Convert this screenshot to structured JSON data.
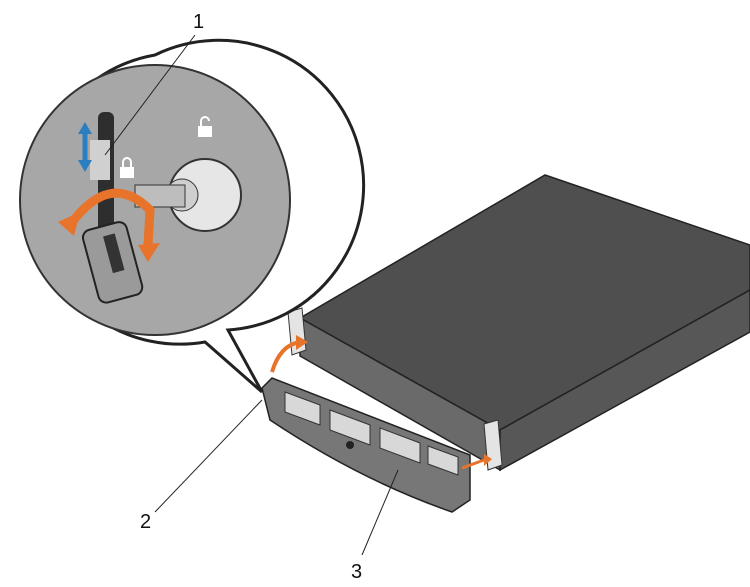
{
  "diagram": {
    "callouts": [
      {
        "number": "1"
      },
      {
        "number": "2"
      },
      {
        "number": "3"
      }
    ],
    "colors": {
      "arrow_orange": "#e8732a",
      "arrow_blue": "#2b7fc0",
      "server_gray": "#5a5a5a",
      "circle_gray": "#a7a7a7"
    }
  }
}
